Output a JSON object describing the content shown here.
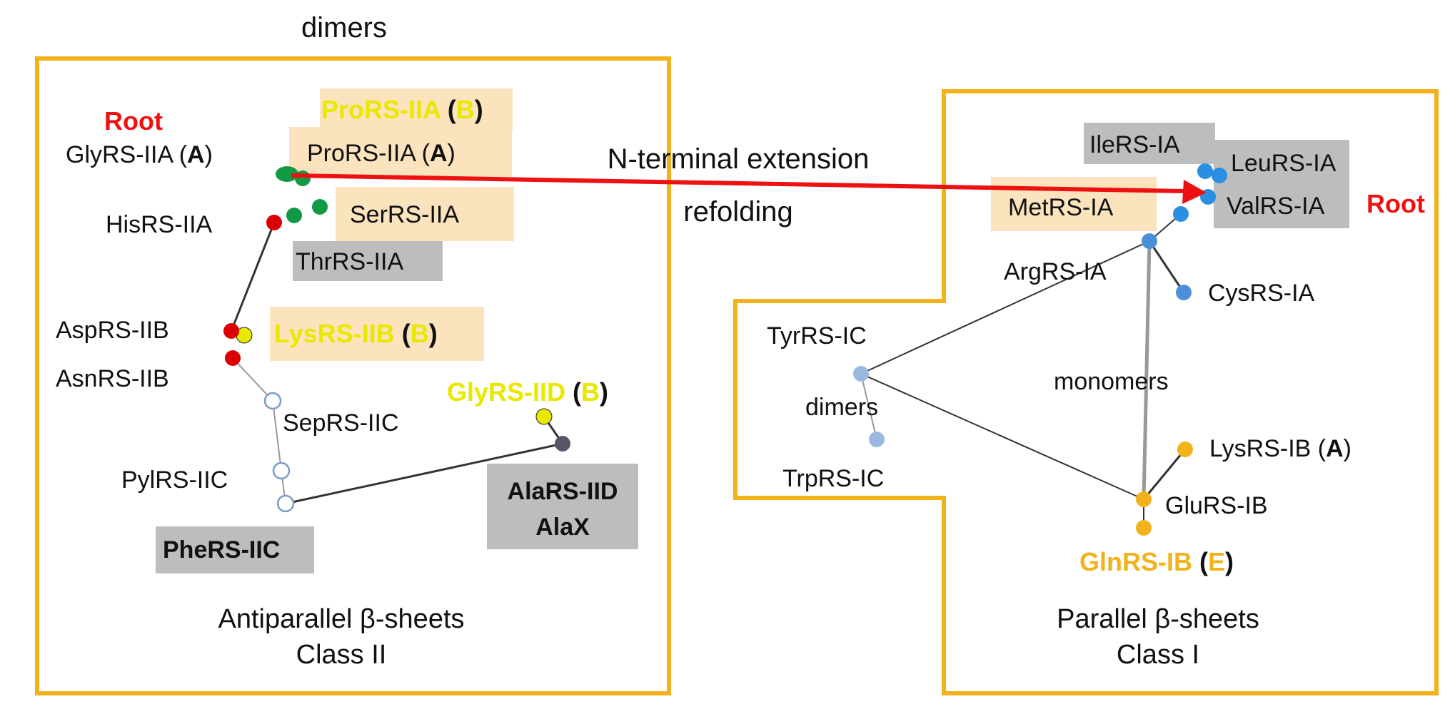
{
  "colors": {
    "box_border": "#f2b21c",
    "highlight_tan": "#fbe3bd",
    "highlight_gray": "#bdbdbd",
    "root_red": "#ee1111",
    "arrow_red": "#ee1111",
    "yellow_text": "#e8e800",
    "orange_text": "#f2b21c",
    "class2_green": "#119944",
    "class2_red": "#dd0000",
    "class2_yellow": "#e8e800",
    "class2_open": "#7a9cc6",
    "class2_gray": "#555566",
    "class1_blue": "#2a8fe0",
    "class1_mid": "#4a90d9",
    "class1_light": "#9bb8e0",
    "class1_orange": "#f2b21c",
    "edge_dark": "#333333",
    "edge_gray": "#999999"
  },
  "class2": {
    "top_label": "dimers",
    "root_label": "Root",
    "caption_line1": "Antiparallel β-sheets",
    "caption_line2": "Class II",
    "labels": {
      "prors_b_name": "ProRS-IIA",
      "prors_b_open": " (",
      "prors_b_letter": "B",
      "prors_b_close": ")",
      "glyrs_a_name": "GlyRS-IIA (",
      "glyrs_a_letter": "A",
      "glyrs_a_close": ")",
      "prors_a_name": "ProRS-IIA (",
      "prors_a_letter": "A",
      "prors_a_close": ")",
      "serrs": "SerRS-IIA",
      "hisrs": "HisRS-IIA",
      "thrrs": "ThrRS-IIA",
      "asprs": "AspRS-IIB",
      "lysrs_b_name": "LysRS-IIB",
      "lysrs_b_open": " (",
      "lysrs_b_letter": "B",
      "lysrs_b_close": ")",
      "asnrs": "AsnRS-IIB",
      "glyrs_d_name": "GlyRS-IID",
      "glyrs_d_open": " (",
      "glyrs_d_letter": "B",
      "glyrs_d_close": ")",
      "seprs": "SepRS-IIC",
      "pylrs": "PylRS-IIC",
      "alars": "AlaRS-IID",
      "alax": "AlaX",
      "phers": "PheRS-IIC"
    }
  },
  "class1": {
    "root_label": "Root",
    "caption_line1": "Parallel β-sheets",
    "caption_line2": "Class I",
    "inner_dimers": "dimers",
    "monomers": "monomers",
    "labels": {
      "ilers": "IleRS-IA",
      "leurs": "LeuRS-IA",
      "valrs": "ValRS-IA",
      "metrs": "MetRS-IA",
      "argrs": "ArgRS-IA",
      "cysrs": "CysRS-IA",
      "tyrrs": "TyrRS-IC",
      "trprs": "TrpRS-IC",
      "lysrs_ib_name": "LysRS-IB (",
      "lysrs_ib_letter": "A",
      "lysrs_ib_close": ")",
      "glurs": "GluRS-IB",
      "glnrs_name": "GlnRS-IB",
      "glnrs_open": " (",
      "glnrs_letter": "E",
      "glnrs_close": ")"
    }
  },
  "arrow": {
    "line1": "N-terminal extension",
    "line2": "refolding"
  }
}
